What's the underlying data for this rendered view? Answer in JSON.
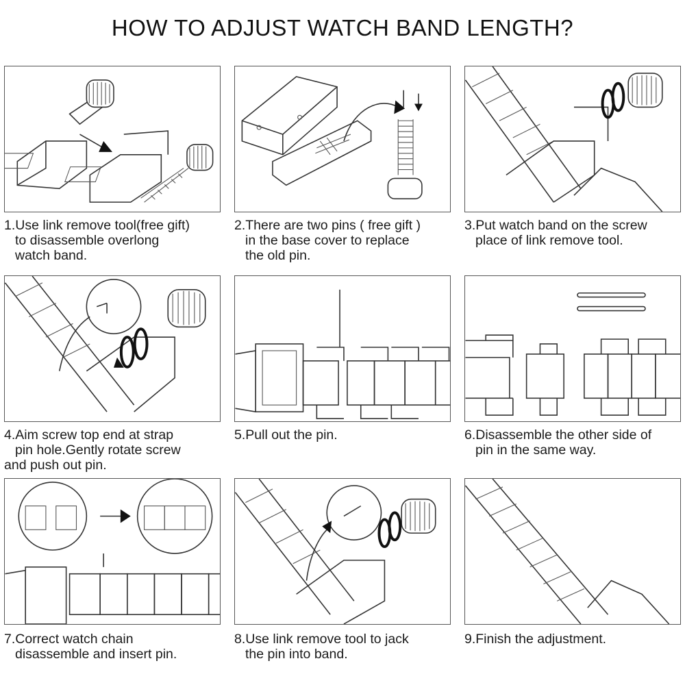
{
  "title": "HOW TO ADJUST WATCH BAND LENGTH?",
  "steps": [
    {
      "lines": [
        "1.Use link remove tool(free gift)",
        "to disassemble overlong",
        "watch band."
      ]
    },
    {
      "lines": [
        "2.There are two pins ( free gift )",
        "in the base cover to replace",
        "the old pin."
      ]
    },
    {
      "lines": [
        "3.Put watch band on the screw",
        "place of link remove tool."
      ]
    },
    {
      "lines": [
        "4.Aim screw top end at strap",
        "pin hole.Gently rotate screw",
        "and push out pin."
      ]
    },
    {
      "lines": [
        "5.Pull out the pin."
      ]
    },
    {
      "lines": [
        "6.Disassemble the other side of",
        "pin in the same way."
      ]
    },
    {
      "lines": [
        "7.Correct watch chain",
        "disassemble and insert pin."
      ]
    },
    {
      "lines": [
        "8.Use link remove tool to jack",
        "the pin into band."
      ]
    },
    {
      "lines": [
        "9.Finish the adjustment."
      ]
    }
  ],
  "icons": {
    "tool": "link-remove-tool-illustration",
    "band": "watch-band-illustration",
    "pin": "pin-illustration",
    "arrow": "arrow-icon"
  },
  "colors": {
    "line": "#333333",
    "text": "#1a1a1a",
    "accent": "#111111"
  }
}
